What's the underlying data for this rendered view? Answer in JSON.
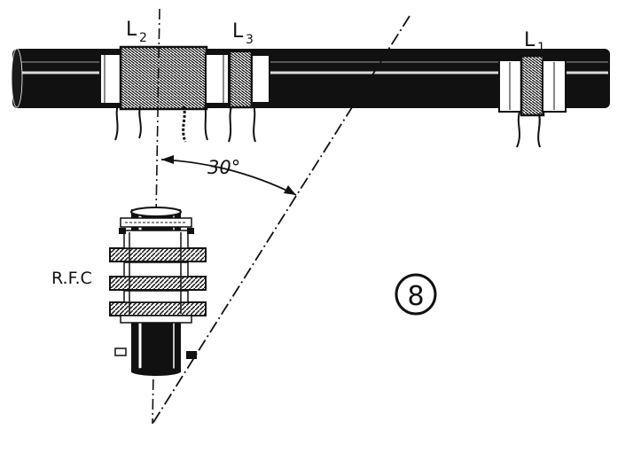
{
  "labels": {
    "l2_main": "L",
    "l2_sub": "2",
    "l3_main": "L",
    "l3_sub": "3",
    "l1_main": "L",
    "l1_sub": "1",
    "angle": "30°",
    "rfc": "R.F.C",
    "figure_number": "8"
  },
  "colors": {
    "ink": "#111111",
    "paper": "#ffffff"
  },
  "icons": [
    "circled-number"
  ]
}
